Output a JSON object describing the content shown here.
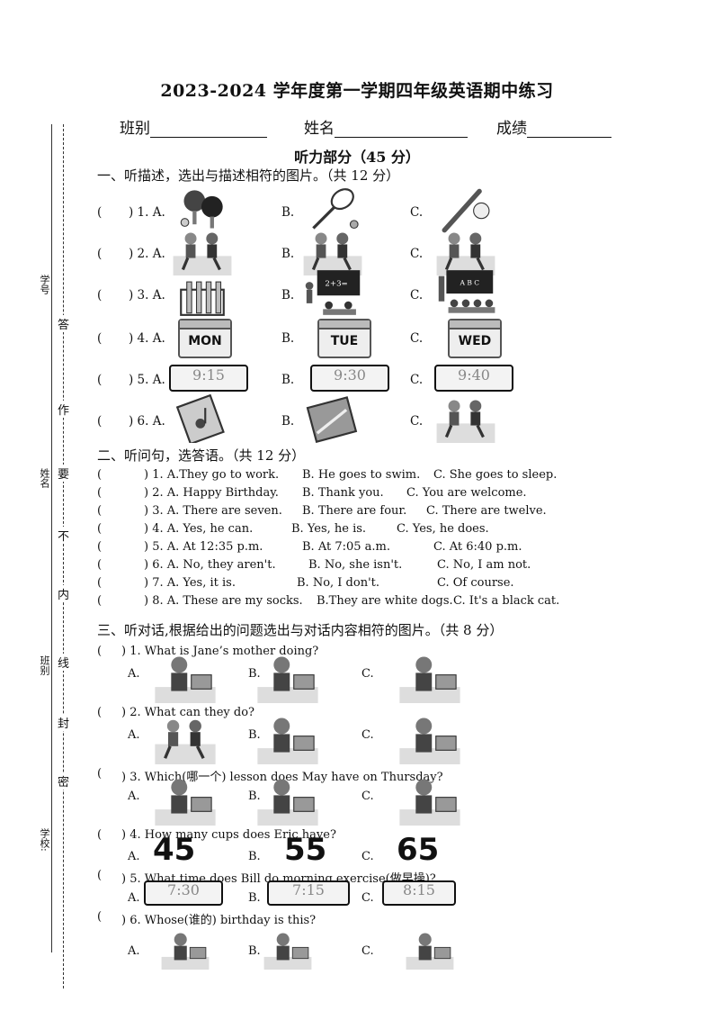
{
  "title": "2023-2024 学年度第一学期四年级英语期中练习",
  "info": {
    "class_label": "班别",
    "name_label": "姓名",
    "score_label": "成绩"
  },
  "subtitle": "听力部分（45 分）",
  "sidebar": {
    "student_no": "学号",
    "name": "姓名",
    "class": "班别",
    "school": "学校:",
    "seal": [
      "答",
      "作",
      "要",
      "不",
      "内",
      "线",
      "封",
      "密"
    ]
  },
  "section1": {
    "heading": "一、听描述，选出与描述相符的图片。（共 12 分）",
    "items": [
      {
        "num": ") 1. A.",
        "b": "B.",
        "c": "C.",
        "icons": [
          "ping-pong-paddles-icon",
          "tennis-racket-icon",
          "baseball-bat-icon"
        ]
      },
      {
        "num": ") 2. A.",
        "b": "B.",
        "c": "C.",
        "icons": [
          "kids-running-icon",
          "kids-playing-icon",
          "kids-swimming-icon"
        ]
      },
      {
        "num": ") 3. A.",
        "b": "B.",
        "c": "C.",
        "icons": [
          "test-tubes-icon",
          "math-class-icon",
          "english-class-icon"
        ]
      },
      {
        "num": ") 4. A.",
        "b": "B.",
        "c": "C.",
        "cal": [
          "MON",
          "TUE",
          "WED"
        ]
      },
      {
        "num": ") 5. A.",
        "b": "B.",
        "c": "C.",
        "clocks": [
          "9:15",
          "9:30",
          "9:40"
        ]
      },
      {
        "num": ") 6. A.",
        "b": "B.",
        "c": "C.",
        "icons": [
          "music-book-icon",
          "art-book-icon",
          "pe-class-icon"
        ]
      }
    ]
  },
  "section2": {
    "heading": "二、听问句，选答语。（共 12 分）",
    "items": [
      {
        "n": ") 1. A.They  go to work.",
        "b": "B.  He goes to swim.",
        "c": "C.  She goes to sleep."
      },
      {
        "n": ") 2. A.  Happy Birthday.",
        "b": "B.  Thank  you.",
        "c": "C.  You are welcome."
      },
      {
        "n": ") 3. A.  There  are seven.",
        "b": "B.  There are four.",
        "c": "C.  There  are twelve."
      },
      {
        "n": ") 4. A.  Yes, he can.",
        "b": "B.  Yes, he is.",
        "c": "C.  Yes, he does."
      },
      {
        "n": ") 5. A.  At 12:35 p.m.",
        "b": "B.  At 7:05  a.m.",
        "c": "C.  At 6:40 p.m."
      },
      {
        "n": ") 6. A.  No, they  aren't.",
        "b": "B.  No, she isn't.",
        "c": "C.  No, I am not."
      },
      {
        "n": ") 7. A.  Yes, it is.",
        "b": "B.  No, I  don't.",
        "c": "C.  Of  course."
      },
      {
        "n": ") 8. A.  These  are my socks.",
        "b": "B.They  are white  dogs.",
        "c": "C. It's a black cat."
      }
    ]
  },
  "section3": {
    "heading": "三、听对话,根据给出的问题选出与对话内容相符的图片。（共 8 分）",
    "items": [
      {
        "q": ") 1. What is Jane’s mother  doing?",
        "a": "A.",
        "b": "B.",
        "c": "C."
      },
      {
        "q": ") 2. What  can they  do?",
        "a": "A.",
        "b": "B.",
        "c": "C."
      },
      {
        "q": ") 3. Which(哪一个) lesson  does May have  on Thursday?",
        "a": "A.",
        "b": "B.",
        "c": "C."
      },
      {
        "q": ") 4. How many  cups does Eric  have?",
        "a": "A.",
        "b": "B.",
        "c": "C.",
        "nums": [
          "45",
          "55",
          "65"
        ]
      },
      {
        "q": ") 5. What time  does Bill  do morning   exercise(做早操)?",
        "a": "A.",
        "b": "B.",
        "c": "C.",
        "clocks": [
          "7:30",
          "7:15",
          "8:15"
        ]
      },
      {
        "q": ") 6. Whose(谁的) birthday  is this?",
        "a": "A.",
        "b": "B.",
        "c": "C."
      }
    ]
  }
}
